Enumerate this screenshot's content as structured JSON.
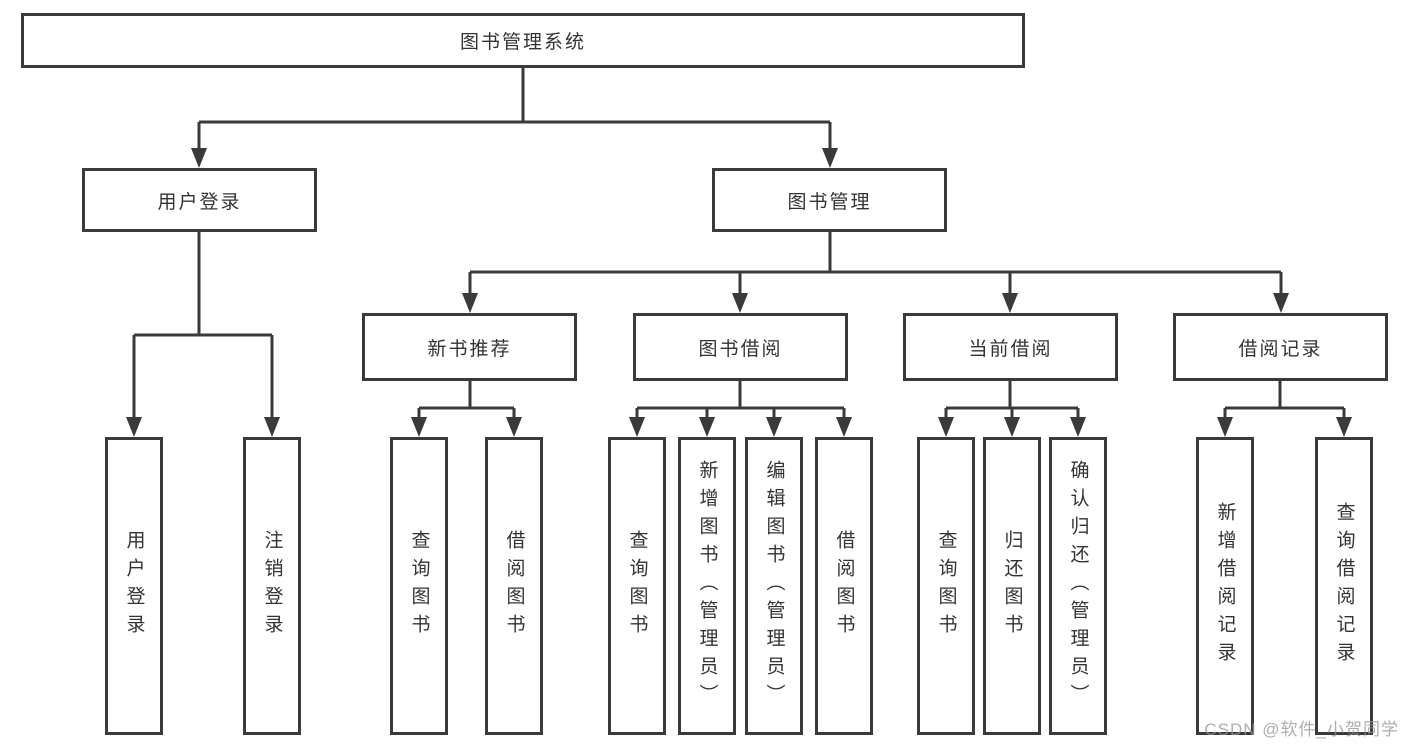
{
  "diagram": {
    "root": {
      "label": "图书管理系统"
    },
    "level2": [
      {
        "id": "user-login",
        "label": "用户登录"
      },
      {
        "id": "book-mgmt",
        "label": "图书管理"
      }
    ],
    "level3": [
      {
        "id": "new-books",
        "label": "新书推荐",
        "parent": "图书管理"
      },
      {
        "id": "book-borrow",
        "label": "图书借阅",
        "parent": "图书管理"
      },
      {
        "id": "current-borrow",
        "label": "当前借阅",
        "parent": "图书管理"
      },
      {
        "id": "borrow-records",
        "label": "借阅记录",
        "parent": "图书管理"
      }
    ],
    "leaves": [
      {
        "label": "用户登录",
        "parent": "用户登录"
      },
      {
        "label": "注销登录",
        "parent": "用户登录"
      },
      {
        "label": "查询图书",
        "parent": "新书推荐"
      },
      {
        "label": "借阅图书",
        "parent": "新书推荐"
      },
      {
        "label": "查询图书",
        "parent": "图书借阅"
      },
      {
        "label": "新增图书（管理员）",
        "parent": "图书借阅"
      },
      {
        "label": "编辑图书（管理员）",
        "parent": "图书借阅"
      },
      {
        "label": "借阅图书",
        "parent": "图书借阅"
      },
      {
        "label": "查询图书",
        "parent": "当前借阅"
      },
      {
        "label": "归还图书",
        "parent": "当前借阅"
      },
      {
        "label": "确认归还（管理员）",
        "parent": "当前借阅"
      },
      {
        "label": "新增借阅记录",
        "parent": "借阅记录"
      },
      {
        "label": "查询借阅记录",
        "parent": "借阅记录"
      }
    ],
    "watermark": "CSDN @软件_小贺同学",
    "colors": {
      "line": "#3a3a3a",
      "text": "#333333",
      "background": "#ffffff",
      "watermark": "#969696"
    }
  }
}
